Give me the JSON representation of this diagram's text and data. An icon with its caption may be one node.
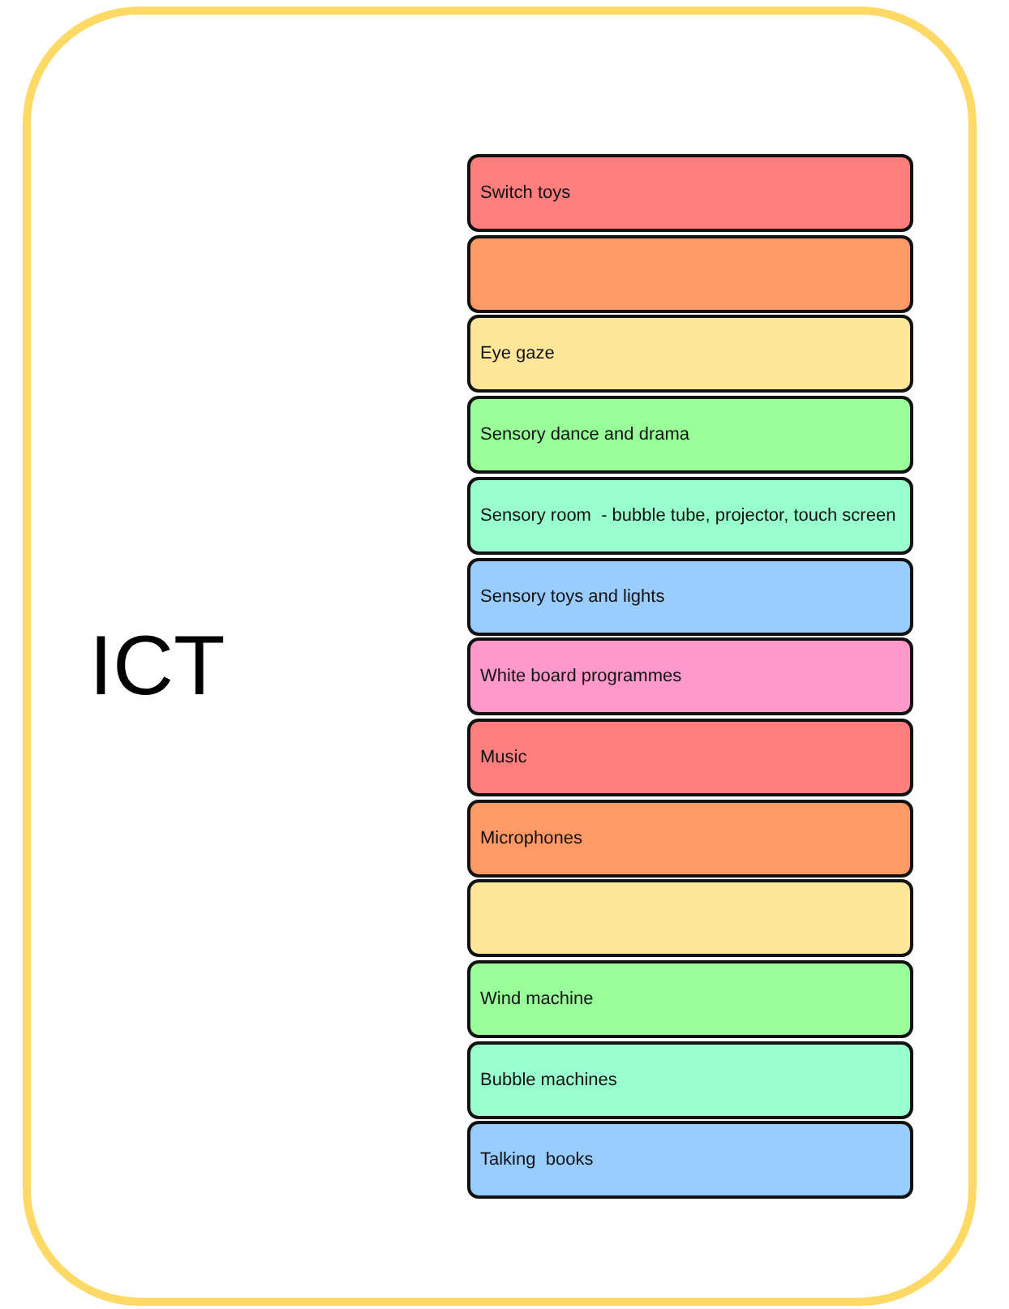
{
  "diagram": {
    "nodes": [
      {
        "text": [
          "ICT"
        ]
      },
      {
        "text": [
          "Switch toys"
        ],
        "in": 0
      },
      {
        "text": [],
        "shape": "box",
        "in": 0
      },
      {
        "text": [
          "Eye gaze"
        ],
        "in": 0
      },
      {
        "text": [
          "Sensory dance and drama"
        ],
        "in": 0
      },
      {
        "text": [
          "Sensory room  - bubble tube, projector, touch screen"
        ],
        "in": 0
      },
      {
        "text": [
          "Sensory toys and lights"
        ],
        "in": 0
      },
      {
        "text": [
          "White board programmes"
        ],
        "in": 0
      },
      {
        "text": [
          "Music"
        ],
        "in": 0
      },
      {
        "text": [
          "Microphones"
        ],
        "in": 0
      },
      {
        "text": [],
        "shape": "box",
        "in": 0
      },
      {
        "text": [
          "Wind machine"
        ],
        "in": 0
      },
      {
        "text": [
          "Bubble machines"
        ],
        "in": 0
      },
      {
        "text": [
          "Talking  books"
        ],
        "in": 0
      }
    ]
  }
}
